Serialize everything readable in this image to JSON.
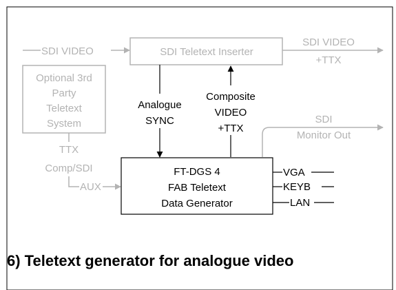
{
  "colors": {
    "grey": "#b3b3b3",
    "black": "#000000"
  },
  "labels": {
    "sdi_video_in": "SDI VIDEO",
    "inserter": "SDI Teletext Inserter",
    "sdi_video_out_1": "SDI VIDEO",
    "sdi_video_out_2": "+TTX",
    "optional_1": "Optional 3rd",
    "optional_2": "Party",
    "optional_3": "Teletext",
    "optional_4": "System",
    "analogue_1": "Analogue",
    "analogue_2": "SYNC",
    "composite_1": "Composite",
    "composite_2": "VIDEO",
    "composite_3": "+TTX",
    "sdi_monitor_1": "SDI",
    "sdi_monitor_2": "Monitor Out",
    "ttx_1": "TTX",
    "ttx_2": "Comp/SDI",
    "aux": "AUX",
    "gen_1": "FT-DGS 4",
    "gen_2": "FAB Teletext",
    "gen_3": "Data Generator",
    "vga": "VGA",
    "keyb": "KEYB",
    "lan": "LAN"
  },
  "caption": "6) Teletext generator for analogue video"
}
